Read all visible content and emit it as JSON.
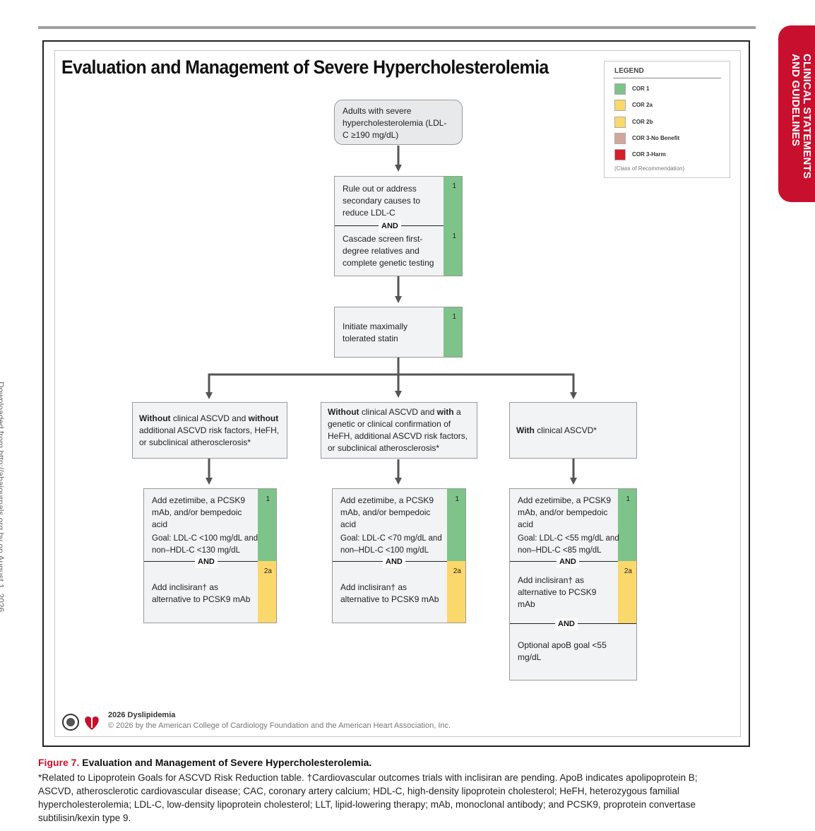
{
  "page": {
    "side_tab": "CLINICAL STATEMENTS AND GUIDELINES",
    "left_margin": "Downloaded from http://ahajournals.org by on August 1, 2026"
  },
  "figure": {
    "title": "Evaluation and Management of Severe Hypercholesterolemia",
    "legend": {
      "title": "LEGEND",
      "items": [
        {
          "label": "COR 1",
          "color": "#7dc38a"
        },
        {
          "label": "COR 2a",
          "color": "#fbd86b"
        },
        {
          "label": "COR 2b",
          "color": "#fbd86b"
        },
        {
          "label": "COR 3-No Benefit",
          "color": "#d3a79c"
        },
        {
          "label": "COR 3-Harm",
          "color": "#d41f2c"
        }
      ],
      "note": "(Class of Recommendation)"
    },
    "start": "Adults with severe hypercholesterolemia (LDL-C ≥190 mg/dL)",
    "step1": {
      "text": "Rule out or address secondary causes to reduce LDL-C",
      "cor": "1"
    },
    "and": "AND",
    "step2": {
      "text": "Cascade screen first-degree relatives and complete genetic testing",
      "cor": "1"
    },
    "step3": {
      "text": "Initiate maximally tolerated statin",
      "cor": "1"
    },
    "branches": [
      {
        "cond_parts": [
          "Without",
          " clinical ASCVD and ",
          "without",
          " additional ASCVD risk factors, HeFH, or subclinical atherosclerosis*"
        ],
        "treat": "Add ezetimibe, a PCSK9 mAb, and/or bempedoic acid",
        "goal": "Goal: LDL-C <100 mg/dL and non–HDL-C <130 mg/dL",
        "treat_cor": "1",
        "alt": "Add inclisiran† as alternative to PCSK9 mAb",
        "alt_cor": "2a"
      },
      {
        "cond_parts": [
          "Without",
          " clinical ASCVD and ",
          "with",
          " a genetic or clinical confirmation of HeFH, additional ASCVD risk factors, or subclinical atherosclerosis*"
        ],
        "treat": "Add ezetimibe, a PCSK9 mAb, and/or bempedoic acid",
        "goal": "Goal: LDL-C <70 mg/dL and non–HDL-C <100 mg/dL",
        "treat_cor": "1",
        "alt": "Add inclisiran† as alternative to PCSK9 mAb",
        "alt_cor": "2a"
      },
      {
        "cond_parts": [
          "With",
          " clinical ASCVD*",
          "",
          ""
        ],
        "treat": "Add ezetimibe, a PCSK9 mAb, and/or bempedoic acid",
        "goal": "Goal: LDL-C <55 mg/dL and non–HDL-C <85 mg/dL",
        "treat_cor": "1",
        "alt": "Add inclisiran† as alternative to PCSK9 mAb",
        "alt_cor": "2a",
        "extra": "Optional apoB goal <55 mg/dL"
      }
    ],
    "footer_year": "2026 Dyslipidemia",
    "footer_copy": "© 2026 by the American College of Cardiology Foundation and the American Heart Association, Inc."
  },
  "caption": {
    "fig_label": "Figure 7.",
    "title": "Evaluation and Management of Severe Hypercholesterolemia.",
    "body": "*Related to Lipoprotein Goals for ASCVD Risk Reduction table. †Cardiovascular outcomes trials with inclisiran are pending. ApoB indicates apolipoprotein B; ASCVD, atherosclerotic cardiovascular disease; CAC, coronary artery calcium; HDL-C, high-density lipoprotein cholesterol; HeFH, heterozygous familial hypercholesterolemia; LDL-C, low-density lipoprotein cholesterol; LLT, lipid-lowering therapy; mAb, monoclonal antibody; and PCSK9, proprotein convertase subtilisin/kexin type 9."
  }
}
